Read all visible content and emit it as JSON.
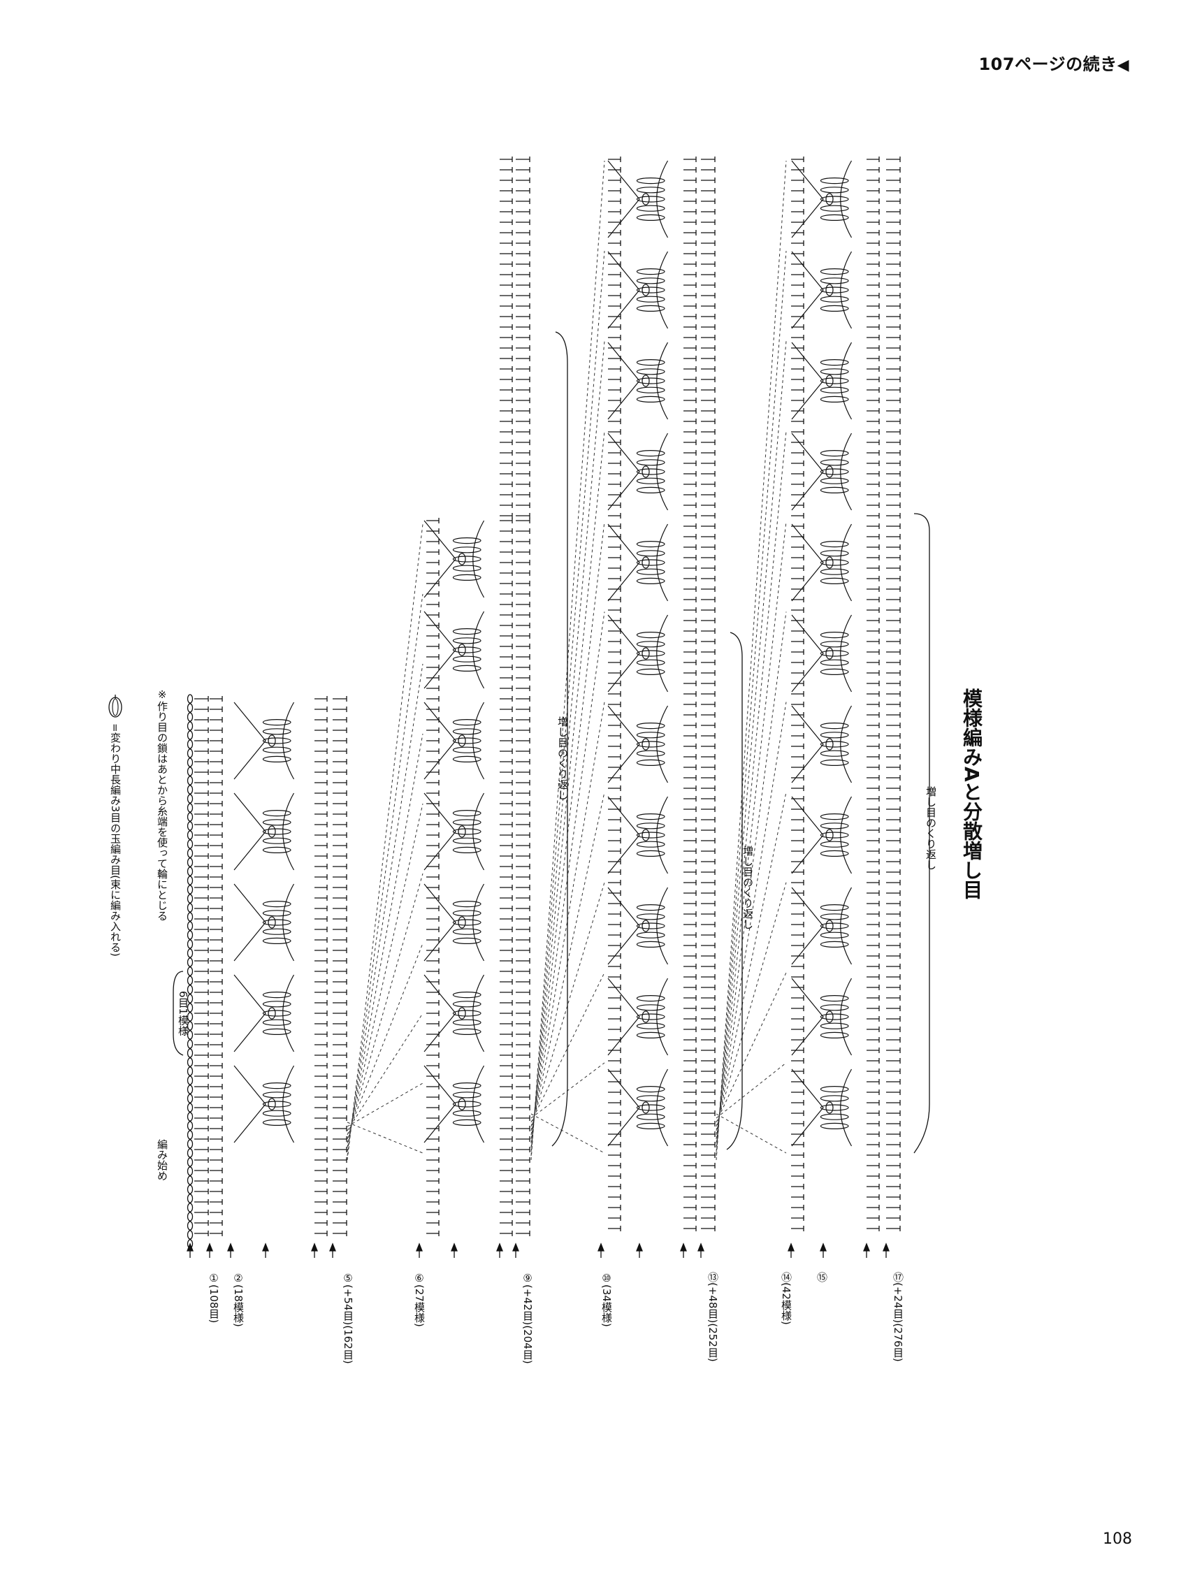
{
  "header": {
    "continued_text": "107ページの続き",
    "marker": "◀"
  },
  "page_number": "108",
  "diagram": {
    "title": "模様編みAと分散増し目",
    "repeat_note_top": "増し目のくり返し",
    "repeat_note_mid1": "増し目のくり返し",
    "repeat_note_mid2": "増し目のくり返し",
    "pattern_unit_label": "6目1模様",
    "start_label": "編み始め",
    "note_foundation": "※作り目の鎖はあとから糸端を使って輪にとじる",
    "legend_symbol_text": "=変わり中長編み3目の玉編み目(束に編み入れる)",
    "row_labels": [
      "①(108目)",
      "②(18模様)",
      "⑤(+54目)(162目)",
      "⑥(27模様)",
      "⑨(+42目)(204目)",
      "⑩(34模様)",
      "⑬(+48目)(252目)",
      "⑭(42模様)",
      "⑮",
      "⑰(+24目)(276目)"
    ]
  }
}
